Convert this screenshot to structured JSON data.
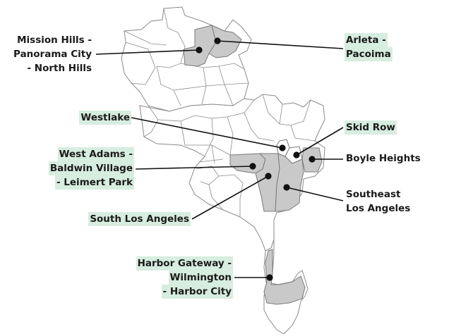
{
  "map": {
    "neighborhoods": [
      {
        "id": "mission-hills",
        "lines": [
          "Mission Hills -",
          "Panorama City",
          "- North Hills"
        ],
        "highlighted": false
      },
      {
        "id": "arleta",
        "lines": [
          "Arleta -",
          "Pacoima"
        ],
        "highlighted": true
      },
      {
        "id": "westlake",
        "lines": [
          "Westlake"
        ],
        "highlighted": true
      },
      {
        "id": "skid-row",
        "lines": [
          "Skid Row"
        ],
        "highlighted": true
      },
      {
        "id": "boyle-heights",
        "lines": [
          "Boyle Heights"
        ],
        "highlighted": false
      },
      {
        "id": "west-adams",
        "lines": [
          "West Adams -",
          "Baldwin Village",
          "- Leimert Park"
        ],
        "highlighted": true
      },
      {
        "id": "southeast-la",
        "lines": [
          "Southeast",
          "Los Angeles"
        ],
        "highlighted": false
      },
      {
        "id": "south-la",
        "lines": [
          "South Los Angeles"
        ],
        "highlighted": true
      },
      {
        "id": "harbor-gateway",
        "lines": [
          "Harbor Gateway -",
          "Wilmington",
          "- Harbor City"
        ],
        "highlighted": true
      }
    ],
    "colors": {
      "highlighted_fill": "#c9c9c9",
      "region_fill": "#ffffff",
      "border": "#8a8a8a",
      "leader_line": "#111111",
      "label_highlight": "#d6ede0"
    }
  }
}
